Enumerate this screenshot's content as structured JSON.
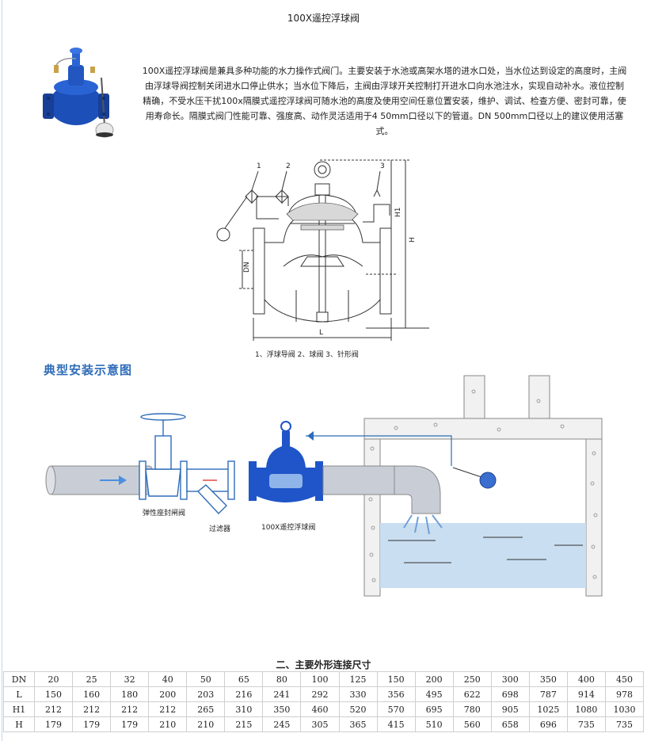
{
  "page": {
    "title": "100X遥控浮球阀",
    "description": "100X遥控浮球阀是兼具多种功能的水力操作式阀门。主要安装于水池或高架水塔的进水口处，当水位达到设定的高度时，主阀由浮球导阀控制关闭进水口停止供水；当水位下降后，主阀由浮球开关控制打开进水口向水池注水，实现自动补水。液位控制精确，不受水压干扰100x隔膜式遥控浮球阀可随水池的高度及使用空间任意位置安装，维护、调试、检查方便、密封可靠，使用寿命长。隔膜式阀门性能可靠、强度高、动作灵活适用于4 50mm口径以下的管道。DN 500mm口径以上的建议使用活塞式。"
  },
  "diagram": {
    "callouts": [
      "1",
      "2",
      "3"
    ],
    "dims": {
      "h1": "H1",
      "h": "H",
      "dn": "DN",
      "l": "L"
    },
    "legend": "1、浮球导阀  2、球阀  3、针形阀"
  },
  "install": {
    "section_title": "典型安装示意图",
    "gate_valve_label": "弹性座封闸阀",
    "strainer_label": "过滤器",
    "float_valve_label": "100X遥控浮球阀"
  },
  "table": {
    "title": "二、主要外形连接尺寸",
    "rows": [
      {
        "label": "DN",
        "values": [
          "20",
          "25",
          "32",
          "40",
          "50",
          "65",
          "80",
          "100",
          "125",
          "150",
          "200",
          "250",
          "300",
          "350",
          "400",
          "450"
        ]
      },
      {
        "label": "L",
        "values": [
          "150",
          "160",
          "180",
          "200",
          "203",
          "216",
          "241",
          "292",
          "330",
          "356",
          "495",
          "622",
          "698",
          "787",
          "914",
          "978"
        ]
      },
      {
        "label": "H1",
        "values": [
          "212",
          "212",
          "212",
          "212",
          "265",
          "310",
          "350",
          "460",
          "520",
          "570",
          "695",
          "780",
          "905",
          "1025",
          "1080",
          "1030"
        ]
      },
      {
        "label": "H",
        "values": [
          "179",
          "179",
          "179",
          "210",
          "210",
          "215",
          "245",
          "305",
          "365",
          "415",
          "510",
          "560",
          "658",
          "696",
          "735",
          "735"
        ]
      }
    ]
  },
  "colors": {
    "valve_blue": "#1f55c8",
    "pipe_gray": "#c9ced6",
    "water_blue": "#c9def0",
    "title_blue": "#2e6cb8"
  }
}
